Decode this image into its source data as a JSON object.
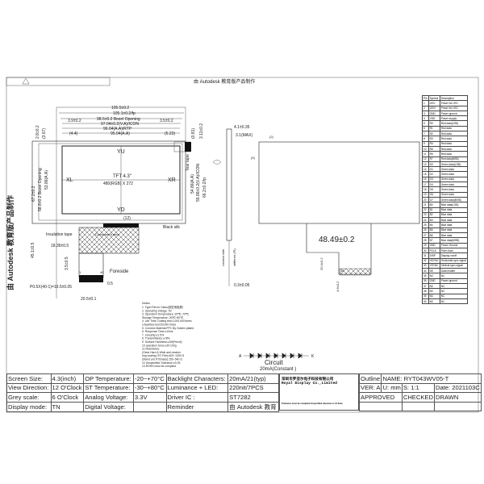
{
  "header": {
    "watermark": "由 Autodesk 教育版产品制作"
  },
  "front_view": {
    "dims_top": [
      "105.5±0.2",
      "105.1±0.2/fp",
      "98.5±0.2 Bezel Opening",
      "97.04±0.2(V.A)/ICON",
      "96.04(A.A)/RTP",
      "95.04(A.A)"
    ],
    "dim_left_small": "3.9±0.2",
    "dim_right_small": "3.5±0.2",
    "dim_44": "(4.4)",
    "dim_523": "(5.23)",
    "dims_left": [
      "2.8±0.2",
      "(3.67)",
      "67.2±0.2",
      "58.8±0.2 Bezel Opening",
      "53.86(A.A)"
    ],
    "dims_right": [
      "(0.81)",
      "3.11±0.2",
      "Tear tape",
      "54.86(A.A)",
      "55.86±0.2(V.A)/ICON",
      "66.2±0.2/fp"
    ],
    "yu": "YU",
    "yd": "YD",
    "xl": "XL",
    "xr": "XR",
    "panel_title": "TFT 4.3\"",
    "panel_res": "480(RGB) X 272",
    "dim_12": "(12)",
    "black_silk": "Black silk",
    "insulation_tape": "Insulation tape",
    "component_area": "Component area",
    "dim_1836": "18.36±0.5",
    "dim_451": "45.1±0.5",
    "dim_35": "3.5±0.5",
    "pin1": "1",
    "pin40": "40",
    "foreside": "Foreside",
    "dim_05": "0.5",
    "pitch": "P0.5X(40-1)=19.5±0.05",
    "dim_205": "20.5±0.1"
  },
  "side_view": {
    "dim_41": "4.1±0.35",
    "dim_31": "3.1(MAX)",
    "contact_side": "contact side",
    "stiffener": "stiffener (PI)",
    "dim_03": "0.3±0.05"
  },
  "rear_view": {
    "label2": "(2)",
    "label5": "(5)",
    "dim_width": "48.49±0.2",
    "dim_204": "20.4±0.2",
    "dim_46": "4.6±0.2",
    "pin40": "40"
  },
  "notes": {
    "title": "Notes:",
    "items": [
      "1. Type:Film to Glass(双层电阻屏)",
      "2. Operating Voltage: 5V",
      "3. Operation Temperature:-20℃~70℃",
      "   Storage Temperature:-30℃~80℃",
      "4. Life Time: Dotting test:1,000,000 times",
      "   Linearities test:50,000 times",
      "5. Connect Material:FPC By Golden plated",
      "6. Response Time:≤10ms",
      "7. Linearity:≤1.5%",
      "8. Transmittance:≥78%",
      "9. Surface Hardness:≥3H(Pencil)",
      "10.operation force:≤30-100g",
      "11.Resistance:",
      "   (Clear Hard & Wide anti-newton",
      "ring coating ITO Film):400~1300 Ω",
      "(Stand ard ITOGlass):150~540 Ω",
      "12.Unspecified Tolerance:±0.25",
      "13.ROHS must be complied"
    ]
  },
  "circuit": {
    "anode": "A",
    "cathode": "K",
    "title": "Circuit",
    "current": "20mA(Constant )",
    "led_count": 7
  },
  "pin_table": {
    "headers": [
      "Pin",
      "Symbol",
      "Description"
    ],
    "rows": [
      [
        "1",
        "LED-",
        "Power for LED"
      ],
      [
        "2",
        "LED+",
        "Power for LED"
      ],
      [
        "3",
        "GND",
        "Power ground"
      ],
      [
        "4",
        "VDD",
        "Power supply"
      ],
      [
        "5",
        "R0",
        "Red data(LSB)"
      ],
      [
        "6",
        "R1",
        "Red data"
      ],
      [
        "7",
        "R2",
        "Red data"
      ],
      [
        "8",
        "R3",
        "Red data"
      ],
      [
        "9",
        "R4",
        "Red data"
      ],
      [
        "10",
        "R5",
        "Red data"
      ],
      [
        "11",
        "R6",
        "Red data"
      ],
      [
        "12",
        "R7",
        "Red data(MSB)"
      ],
      [
        "13",
        "G0",
        "Green data(LSB)"
      ],
      [
        "14",
        "G1",
        "Green data"
      ],
      [
        "15",
        "G2",
        "Green data"
      ],
      [
        "16",
        "G3",
        "Green data"
      ],
      [
        "17",
        "G4",
        "Green data"
      ],
      [
        "18",
        "G5",
        "Green data"
      ],
      [
        "19",
        "G6",
        "Green data"
      ],
      [
        "20",
        "G7",
        "Green data(MSB)"
      ],
      [
        "21",
        "B0",
        "Blue data(LSB)"
      ],
      [
        "22",
        "B1",
        "Blue data"
      ],
      [
        "23",
        "B2",
        "Blue data"
      ],
      [
        "24",
        "B3",
        "Blue data"
      ],
      [
        "25",
        "B4",
        "Blue data"
      ],
      [
        "26",
        "B5",
        "Blue data"
      ],
      [
        "27",
        "B6",
        "Blue data"
      ],
      [
        "28",
        "B7",
        "Blue data(MSB)"
      ],
      [
        "29",
        "GND",
        "Power Ground"
      ],
      [
        "30",
        "PCLK",
        "Pixel clock"
      ],
      [
        "31",
        "DISP",
        "Display on/off"
      ],
      [
        "32",
        "HSYNC",
        "Horizontal sync signal"
      ],
      [
        "33",
        "VSYNC",
        "Vertical sync signal"
      ],
      [
        "34",
        "DE",
        "Data enable"
      ],
      [
        "35",
        "NC",
        "NC"
      ],
      [
        "36",
        "GND",
        "Power ground"
      ],
      [
        "37",
        "NC",
        "NC"
      ],
      [
        "38",
        "NC",
        "NC"
      ],
      [
        "39",
        "NC",
        "NC"
      ],
      [
        "40",
        "NC",
        "NC"
      ]
    ]
  },
  "spec_table": {
    "rows": [
      [
        "Screen Size:",
        "4.3(inch)",
        "OP Temperature:",
        "-20~+70°C",
        "Backlight Characters:",
        "20mA/21(typ)"
      ],
      [
        "View Direction:",
        "12 O'Clock",
        "ST Temperature:",
        "-30~+80°C",
        "Luminance + LED:",
        "220nit/7PCS"
      ],
      [
        "Grey scale:",
        "6 O'Clock",
        "Analog Voltage:",
        "3.3V",
        "Driver IC :",
        "ST7282"
      ],
      [
        "Display mode:",
        "TN",
        "Digital Voltage:",
        "",
        "Reminder",
        "由 Autodesk 教育"
      ]
    ]
  },
  "title_block": {
    "company_cn": "深圳市罗亚尔电子科技有限公司",
    "company_en": "Royal Display Co.,Limited",
    "reminder_note": "Tolerance must be complied Unspecified tolerance is ±0.3mm",
    "outline": "Outline",
    "name": "NAME: RYT043WV05-T",
    "ver": "VER: A",
    "unit": "U: mm",
    "scale": "S: 1:1",
    "date": "Date: 2021103C",
    "approved": "APPROVED",
    "checked": "CHECKED",
    "drawn": "DRAWN"
  }
}
